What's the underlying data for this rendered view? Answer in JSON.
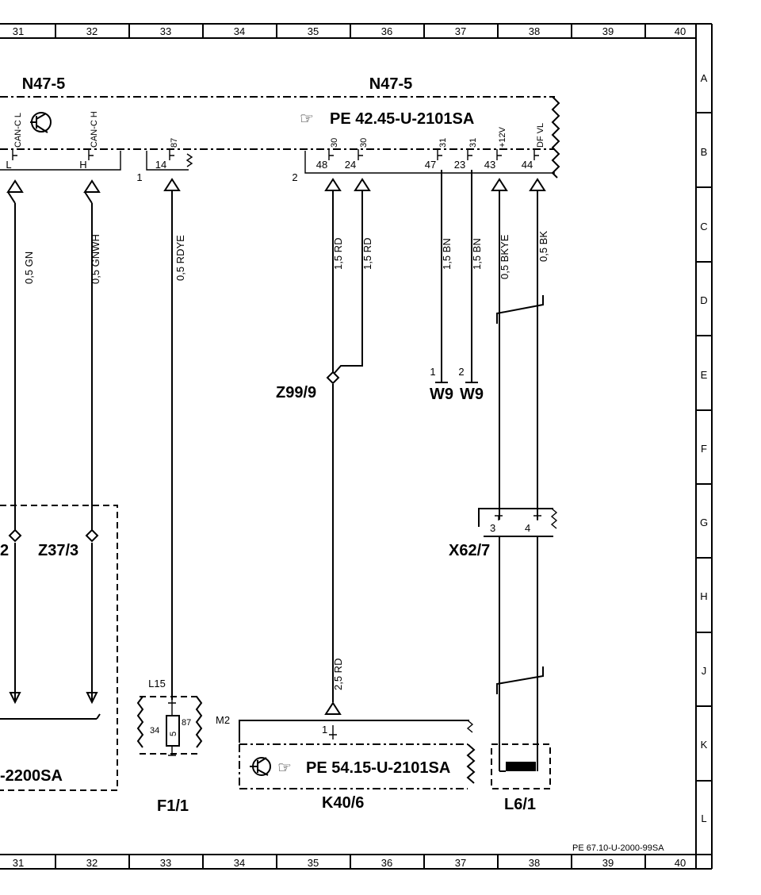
{
  "grid": {
    "columns": [
      "31",
      "32",
      "33",
      "34",
      "35",
      "36",
      "37",
      "38",
      "39",
      "40"
    ],
    "rows": [
      "A",
      "B",
      "C",
      "D",
      "E",
      "F",
      "G",
      "H",
      "J",
      "K",
      "L"
    ]
  },
  "module_top": {
    "label_left": "N47-5",
    "label_right": "N47-5",
    "ref_symbol": "☞",
    "ref_text": "PE  42.45-U-2101SA",
    "connector_left": "1",
    "connector_right": "2",
    "pins": [
      {
        "pin": "L",
        "function": "CAN-C L"
      },
      {
        "pin": "H",
        "function": "CAN-C H"
      },
      {
        "pin": "14",
        "function": "87"
      },
      {
        "pin": "48",
        "function": "30"
      },
      {
        "pin": "24",
        "function": "30"
      },
      {
        "pin": "47",
        "function": "31"
      },
      {
        "pin": "23",
        "function": "31"
      },
      {
        "pin": "43",
        "function": "+12V"
      },
      {
        "pin": "44",
        "function": "DF VL"
      }
    ]
  },
  "wires": [
    {
      "spec": "0,5  GN"
    },
    {
      "spec": "0,5  GNWH"
    },
    {
      "spec": "0,5  RDYE"
    },
    {
      "spec": "1,5  RD"
    },
    {
      "spec": "1,5  RD"
    },
    {
      "spec": "1,5  BN"
    },
    {
      "spec": "1,5  BN"
    },
    {
      "spec": "0,5  BKYE"
    },
    {
      "spec": "0,5  BK"
    },
    {
      "spec": "2,5  RD"
    }
  ],
  "splices": {
    "z99": "Z99/9",
    "z37_left": "2",
    "z37": "Z37/3"
  },
  "grounds": [
    {
      "num": "1",
      "label": "W9"
    },
    {
      "num": "2",
      "label": "W9"
    }
  ],
  "connector_x62": {
    "label": "X62/7",
    "pin3": "3",
    "pin4": "4"
  },
  "fuse_block": {
    "label_top": "L15",
    "pin_left": "34",
    "pin_mid": "5",
    "pin_right": "87",
    "label": "F1/1"
  },
  "motor": {
    "m2": "M2",
    "pin": "1",
    "ref_symbol": "☞",
    "ref_text": "PE  54.15-U-2101SA",
    "label": "K40/6"
  },
  "heater": {
    "label": "L6/1"
  },
  "left_module": {
    "ref_partial": "-2200SA"
  },
  "footer_ref": "PE 67.10-U-2000-99SA"
}
